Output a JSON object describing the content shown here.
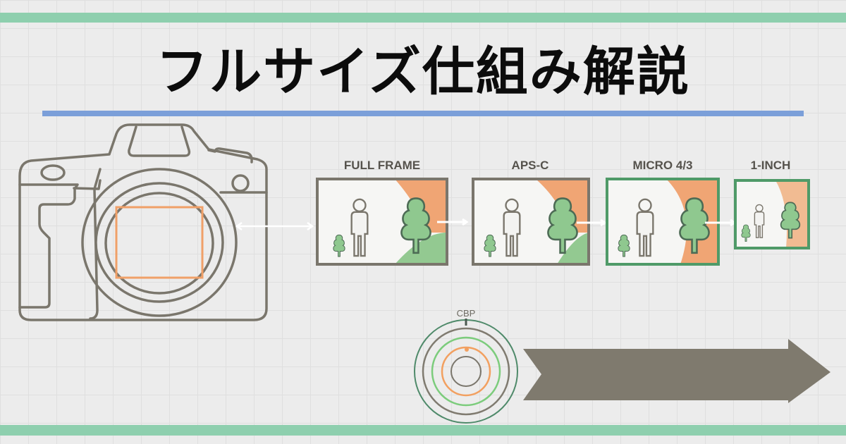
{
  "title": "フルサイズ仕組み解説",
  "formats": [
    {
      "label": "FULL FRAME"
    },
    {
      "label": "APS-C"
    },
    {
      "label": "MICRO 4/3"
    },
    {
      "label": "1-INCH"
    }
  ],
  "focus_diagram": {
    "label": "CBP"
  },
  "colors": {
    "green_bar": "#8ecfae",
    "blue_line": "#7b9fd9",
    "outline": "#7a766c",
    "orange": "#f0a068",
    "green": "#8fc88f",
    "frame_green": "#4f9a68"
  }
}
